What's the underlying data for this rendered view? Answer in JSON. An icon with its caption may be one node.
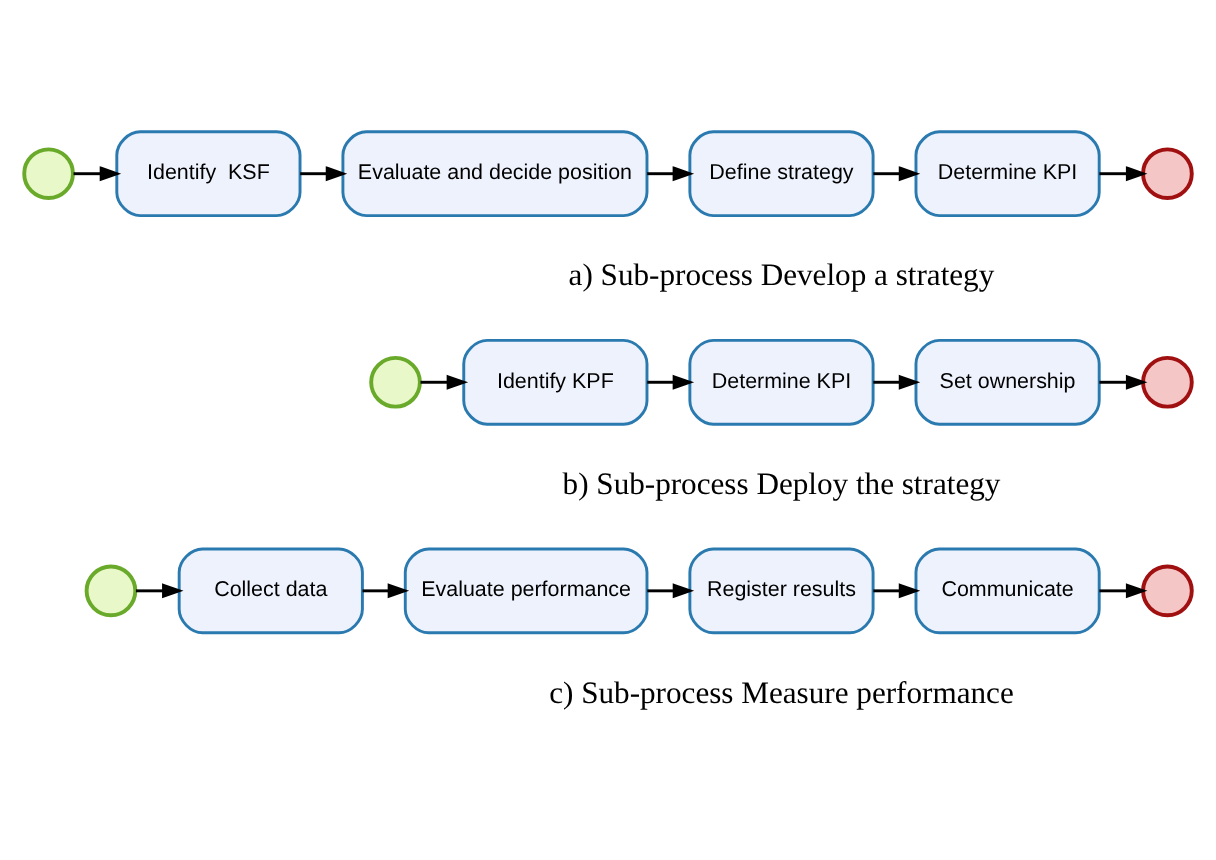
{
  "diagram": {
    "nodes": [
      {
        "text": [],
        "shape": "circle"
      },
      {
        "text": [
          "Identify  KSF"
        ]
      },
      {
        "text": [
          "Evaluate and decide position"
        ]
      },
      {
        "text": [
          "Define strategy"
        ]
      },
      {
        "text": [
          "Determine KPI"
        ]
      },
      {
        "text": [],
        "shape": "circle"
      },
      {
        "text": [],
        "shape": "circle"
      },
      {
        "text": [
          "Identify KPF"
        ]
      },
      {
        "text": [
          "Determine KPI"
        ]
      },
      {
        "text": [
          "Set ownership"
        ]
      },
      {
        "text": [],
        "shape": "circle"
      },
      {
        "text": [],
        "shape": "circle"
      },
      {
        "text": [
          "Collect data"
        ]
      },
      {
        "text": [
          "Evaluate performance"
        ]
      },
      {
        "text": [
          "Register results"
        ]
      },
      {
        "text": [
          "Communicate"
        ]
      },
      {
        "text": [],
        "shape": "circle"
      }
    ],
    "edges": [
      {
        "from": 0,
        "to": 1,
        "arrow": "to"
      },
      {
        "from": 1,
        "to": 2,
        "arrow": "to"
      },
      {
        "from": 2,
        "to": 3,
        "arrow": "to"
      },
      {
        "from": 3,
        "to": 4,
        "arrow": "to"
      },
      {
        "from": 4,
        "to": 5,
        "arrow": "to"
      },
      {
        "from": 6,
        "to": 7,
        "arrow": "to"
      },
      {
        "from": 7,
        "to": 8,
        "arrow": "to"
      },
      {
        "from": 8,
        "to": 9,
        "arrow": "to"
      },
      {
        "from": 9,
        "to": 10,
        "arrow": "to"
      },
      {
        "from": 11,
        "to": 12,
        "arrow": "to"
      },
      {
        "from": 12,
        "to": 13,
        "arrow": "to"
      },
      {
        "from": 13,
        "to": 14,
        "arrow": "to"
      },
      {
        "from": 14,
        "to": 15,
        "arrow": "to"
      },
      {
        "from": 15,
        "to": 16,
        "arrow": "to"
      }
    ],
    "labels": [
      "a) Sub-process Develop a strategy",
      "b) Sub-process Deploy the strategy",
      "c) Sub-process Measure performance"
    ]
  }
}
